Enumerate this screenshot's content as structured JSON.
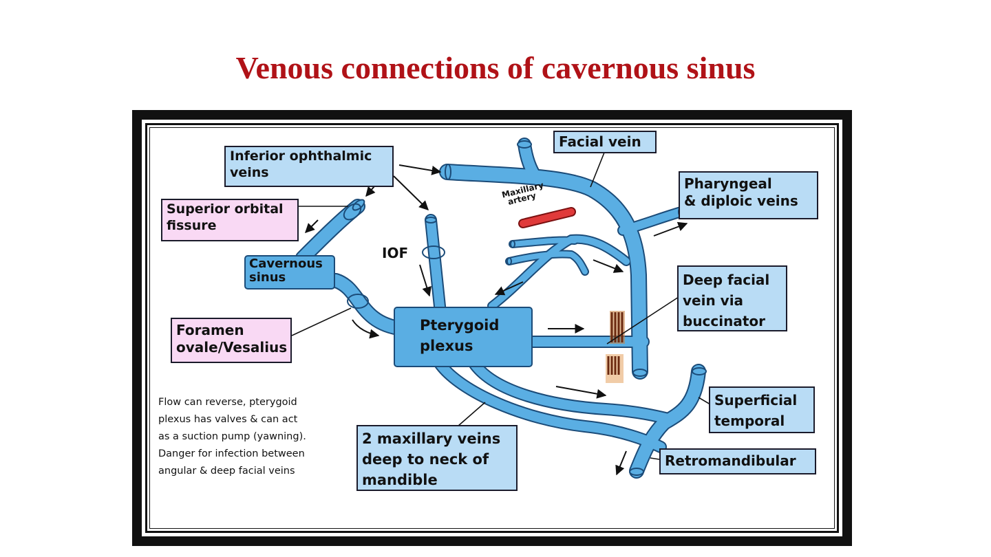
{
  "title": "Venous connections of cavernous sinus",
  "colors": {
    "title": "#b01217",
    "vein_fill": "#5aaee3",
    "vein_outline": "#1b4b78",
    "artery": "#e03a3a",
    "label_blue": "#b9dcf5",
    "label_pink": "#f9d9f4",
    "muscle": "#7a3a1a"
  },
  "labels": {
    "facial_vein": "Facial vein",
    "inferior_ophthalmic_1": "Inferior ophthalmic",
    "inferior_ophthalmic_2": "veins",
    "superior_orbital_1": "Superior orbital",
    "superior_orbital_2": "fissure",
    "cavernous_1": "Cavernous",
    "cavernous_2": "sinus",
    "foramen_1": "Foramen",
    "foramen_2": "ovale/Vesalius",
    "pterygoid_1": "Pterygoid",
    "pterygoid_2": "plexus",
    "pharyngeal_1": "Pharyngeal",
    "pharyngeal_2": "& diploic veins",
    "deep_facial_1": "Deep facial",
    "deep_facial_2": "vein via",
    "deep_facial_3": "buccinator",
    "superficial_1": "Superficial",
    "superficial_2": "temporal",
    "retromandibular": "Retromandibular",
    "maxillary_veins_1": "2 maxillary veins",
    "maxillary_veins_2": "deep to neck of",
    "maxillary_veins_3": "mandible",
    "iof": "IOF",
    "maxillary_artery_1": "Maxillary",
    "maxillary_artery_2": "artery"
  },
  "note": [
    "Flow can reverse, pterygoid",
    "plexus has valves & can act",
    "as a suction pump (yawning).",
    "Danger for infection between",
    "angular & deep facial veins"
  ]
}
